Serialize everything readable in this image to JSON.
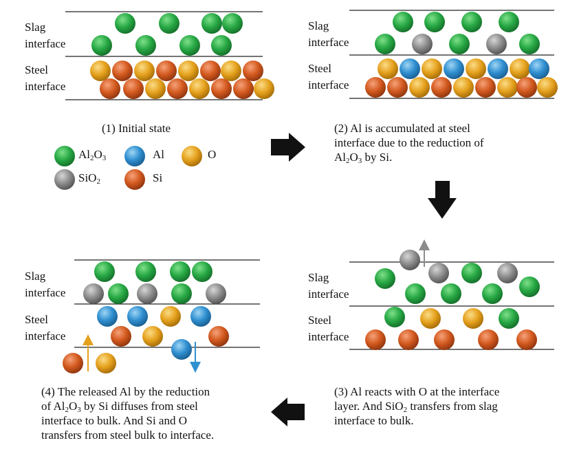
{
  "colors": {
    "al2o3": "#27a844",
    "al": "#2f8fd0",
    "o": "#e5a11d",
    "sio2": "#8c8c8c",
    "si": "#d3591e",
    "arrow_up": "#e5a11d",
    "arrow_down": "#2f8fd0",
    "arrow_gray": "#8c8c8c",
    "block_arrow": "#111111"
  },
  "labels": {
    "slag_1": "Slag",
    "slag_2": "interface",
    "steel_1": "Steel",
    "steel_2": "interface"
  },
  "panels": {
    "p1": {
      "caption": "(1) Initial  state"
    },
    "p2": {
      "caption_l1": "(2) Al is accumulated at steel",
      "caption_l2": "interface due to the reduction of",
      "caption_l3_a": "Al",
      "caption_l3_s1": "2",
      "caption_l3_b": "O",
      "caption_l3_s2": "3",
      "caption_l3_c": " by Si."
    },
    "p3": {
      "caption_l1": "(3) Al reacts with  O at the interface",
      "caption_l2_a": "layer. And SiO",
      "caption_l2_s": "2",
      "caption_l2_b": " transfers from slag",
      "caption_l3": "interface to bulk."
    },
    "p4": {
      "caption_l1": "(4) The released Al by the reduction",
      "caption_l2_a": "of Al",
      "caption_l2_s1": "2",
      "caption_l2_b": "O",
      "caption_l2_s2": "3",
      "caption_l2_c": " by Si diffuses from steel",
      "caption_l3": "interface to bulk. And Si and O",
      "caption_l4": "transfers from steel bulk to interface."
    }
  },
  "legend": {
    "al2o3_a": "Al",
    "al2o3_s1": "2",
    "al2o3_b": "O",
    "al2o3_s2": "3",
    "al": "Al",
    "o": "O",
    "sio2_a": "SiO",
    "sio2_s": "2",
    "si": "Si"
  },
  "icons": {
    "flow_right": "arrow-right-icon",
    "flow_down": "arrow-down-icon",
    "flow_left": "arrow-left-icon"
  }
}
